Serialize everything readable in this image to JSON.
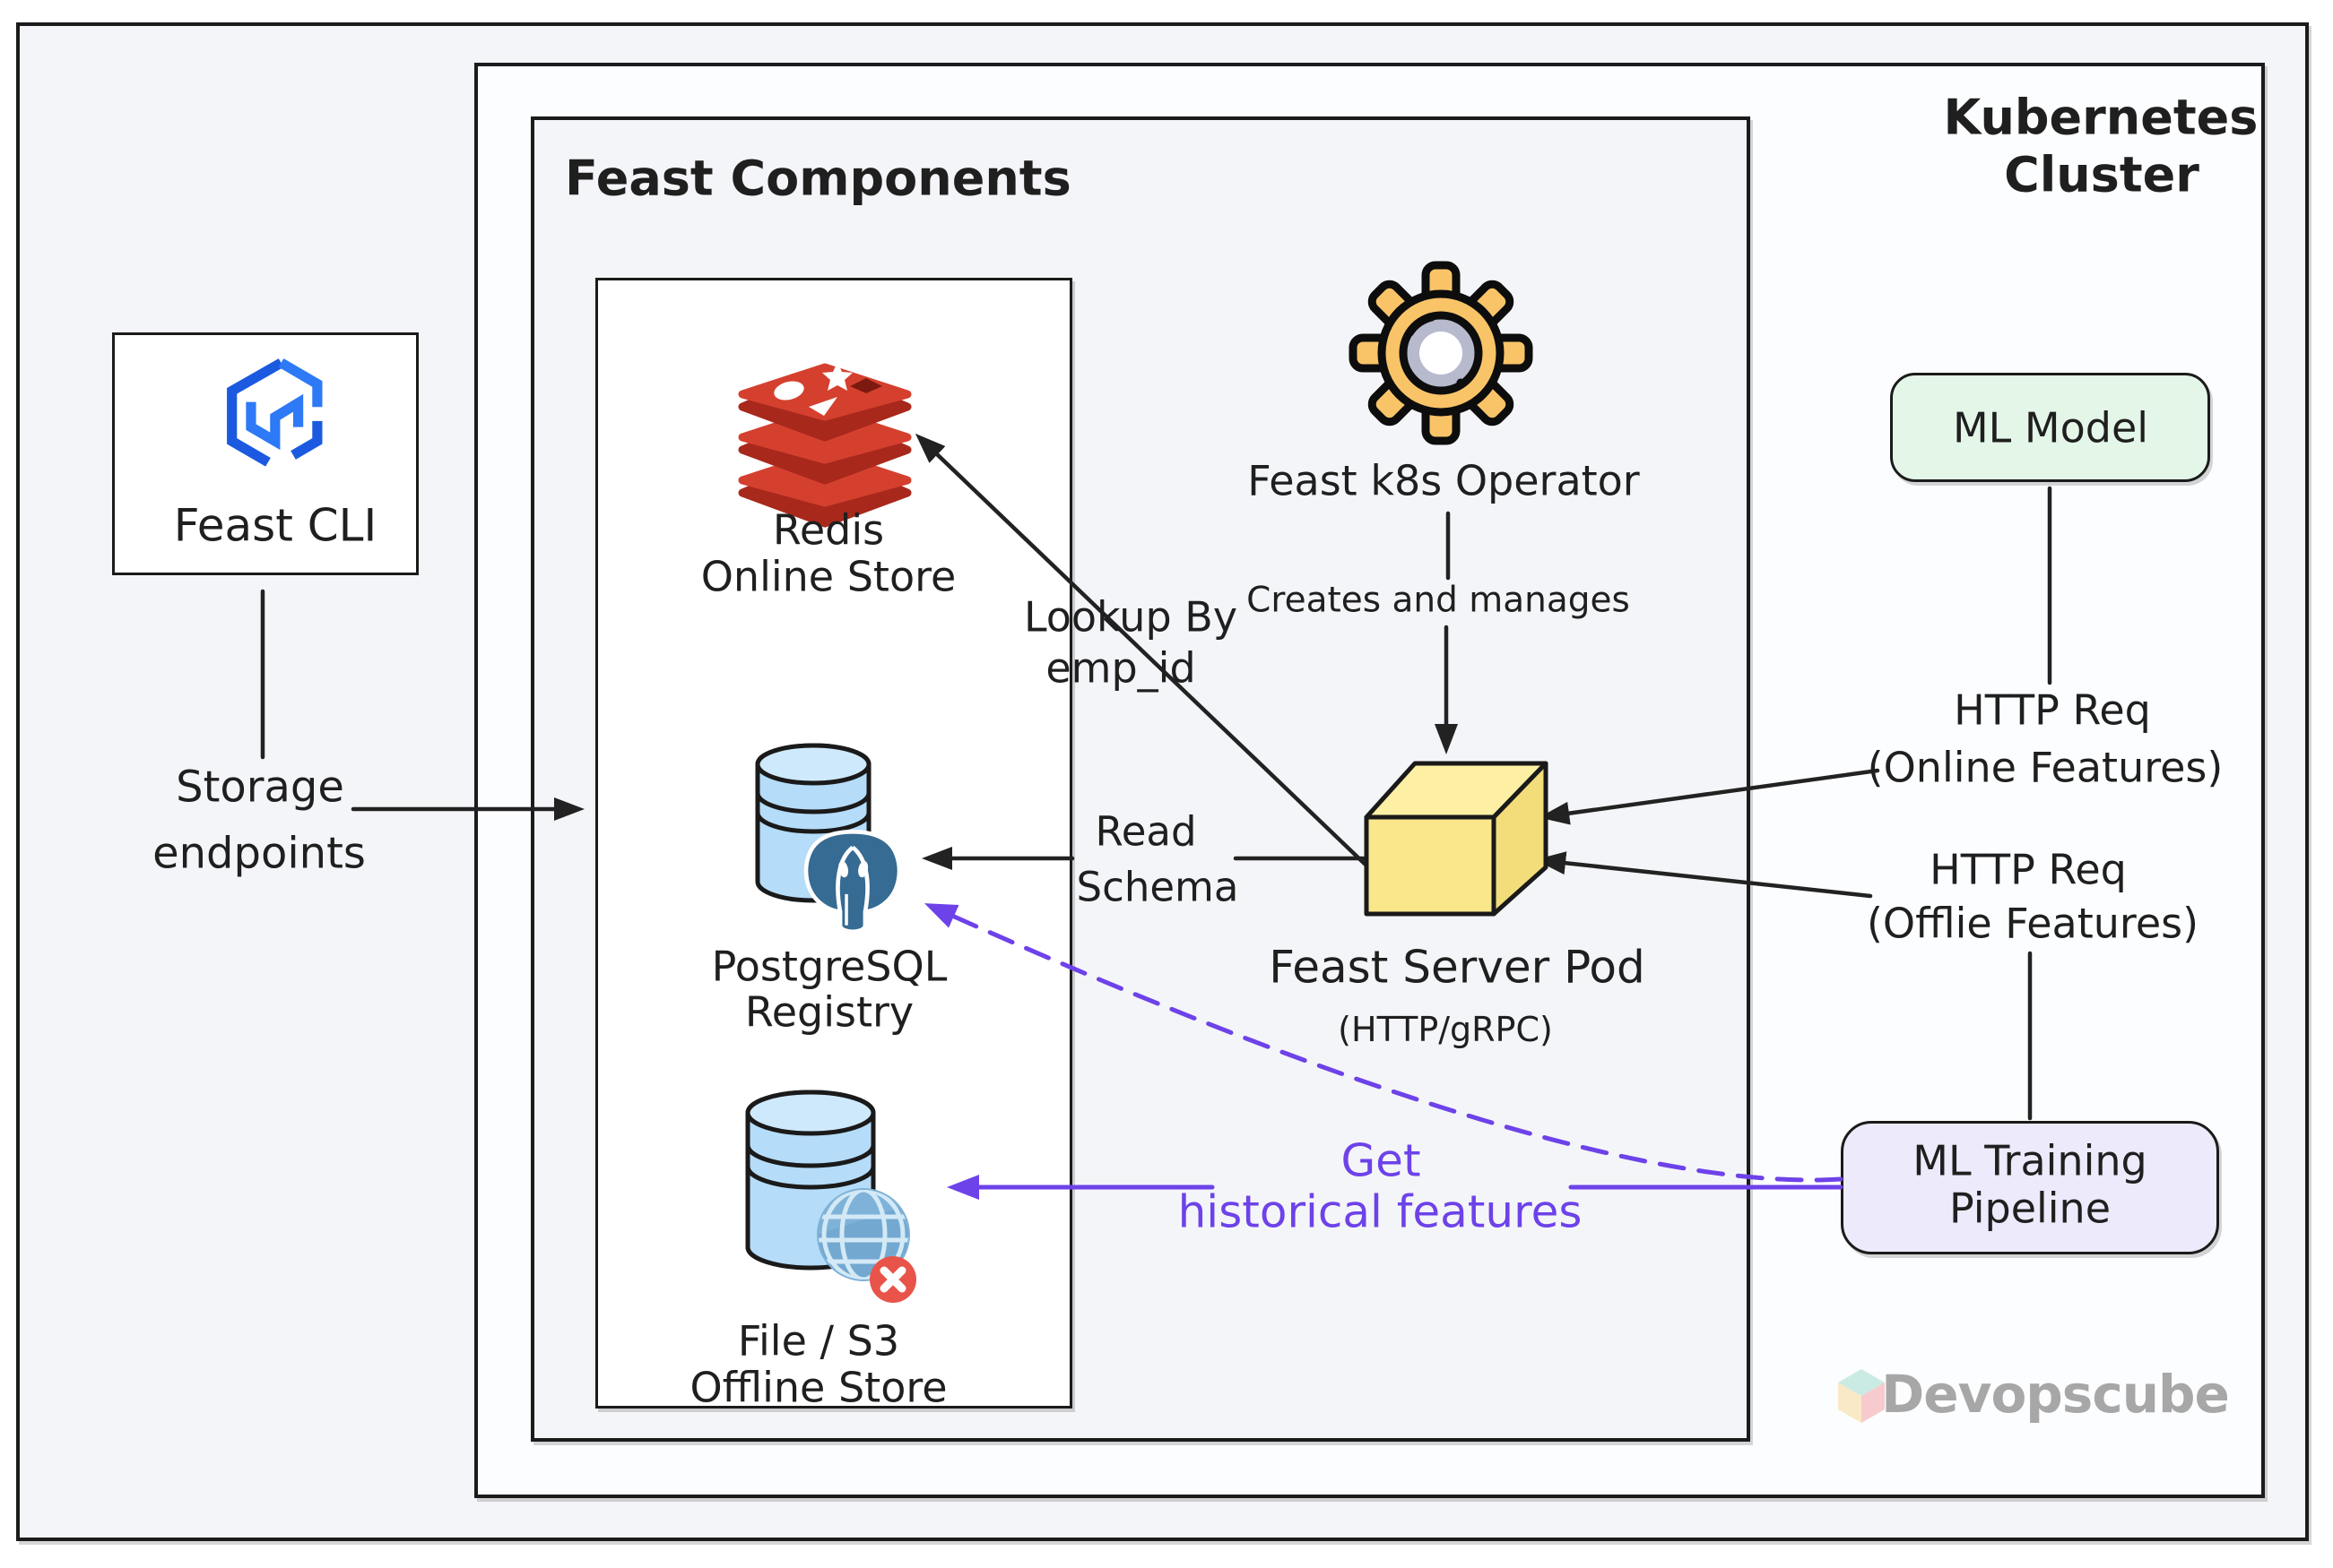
{
  "cluster": {
    "title_line1": "Kubernetes",
    "title_line2": "Cluster"
  },
  "feast_components": {
    "title": "Feast Components"
  },
  "feast_cli": {
    "label": "Feast CLI"
  },
  "nodes": {
    "redis": {
      "line1": "Redis",
      "line2": "Online Store"
    },
    "postgres": {
      "line1": "PostgreSQL",
      "line2": "Registry"
    },
    "file_s3": {
      "line1": "File / S3",
      "line2": "Offline Store"
    },
    "operator": {
      "label": "Feast k8s Operator"
    },
    "server_pod": {
      "label": "Feast Server Pod",
      "sub": "(HTTP/gRPC)"
    },
    "ml_model": {
      "label": "ML Model"
    },
    "ml_training": {
      "line1": "ML Training",
      "line2": "Pipeline"
    }
  },
  "edges": {
    "storage_endpoints": {
      "line1": "Storage",
      "line2": "endpoints"
    },
    "lookup_by": {
      "line1": "Lookup By",
      "line2": "emp_id"
    },
    "read_schema": {
      "line1": "Read",
      "line2": "Schema"
    },
    "creates_and_manages": "Creates and manages",
    "http_online": {
      "line1": "HTTP Req",
      "line2": "(Online Features)"
    },
    "http_offline": {
      "line1": "HTTP Req",
      "line2": "(Offlie Features)"
    },
    "get_historical": {
      "line1": "Get",
      "line2": "historical features"
    }
  },
  "brand": {
    "name": "Devopscube"
  },
  "colors": {
    "accent_purple": "#6d42e9",
    "pod_yellow": "#fae78c",
    "ml_model_green": "#e4f6e8",
    "ml_training_lavender": "#eceafb",
    "redis_red": "#d5402e",
    "redis_dark_red": "#a8281c",
    "postgres_blue": "#366b93",
    "cylinder_blue": "#b5dcf8",
    "gear_orange": "#f9c468",
    "feast_logo_blue": "#1d63ed",
    "brand_gray": "#a7a7a7",
    "panel_gray": "#f4f5f8",
    "inner_white": "#ffffff"
  }
}
